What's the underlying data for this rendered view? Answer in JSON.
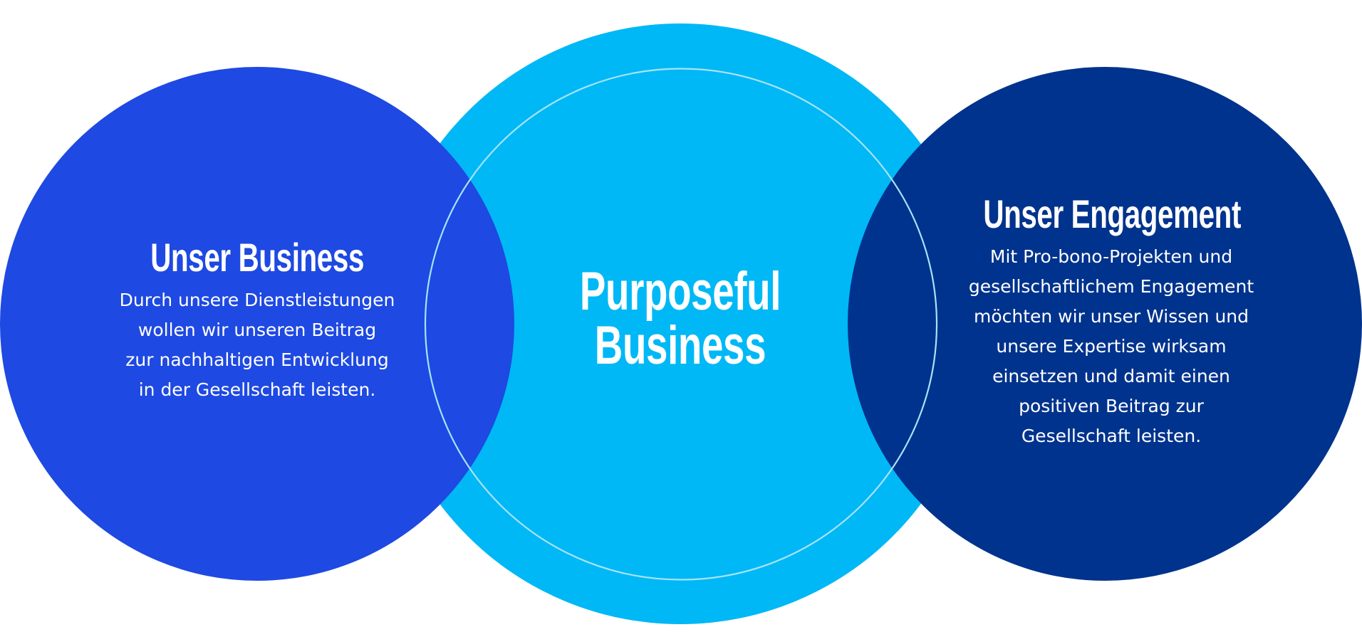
{
  "colors": {
    "left_circle": "#1E49E2",
    "center_circle": "#00B8F5",
    "right_circle": "#00338D",
    "inner_ring": "#A8E3F9",
    "text": "#FFFFFF",
    "background": "#FFFFFF"
  },
  "left": {
    "title": "Unser Business",
    "body_lines": [
      "Durch unsere Dienstleistungen",
      "wollen wir unseren Beitrag",
      "zur nachhaltigen Entwicklung",
      "in der Gesellschaft leisten."
    ]
  },
  "center": {
    "title_lines": [
      "Purposeful",
      "Business"
    ]
  },
  "right": {
    "title": "Unser Engagement",
    "body_lines": [
      "Mit Pro-bono-Projekten und",
      "gesellschaftlichem Engagement",
      "möchten wir unser Wissen und",
      "unsere Expertise wirksam",
      "einsetzen und damit einen",
      "positiven Beitrag zur",
      "Gesellschaft leisten."
    ]
  }
}
